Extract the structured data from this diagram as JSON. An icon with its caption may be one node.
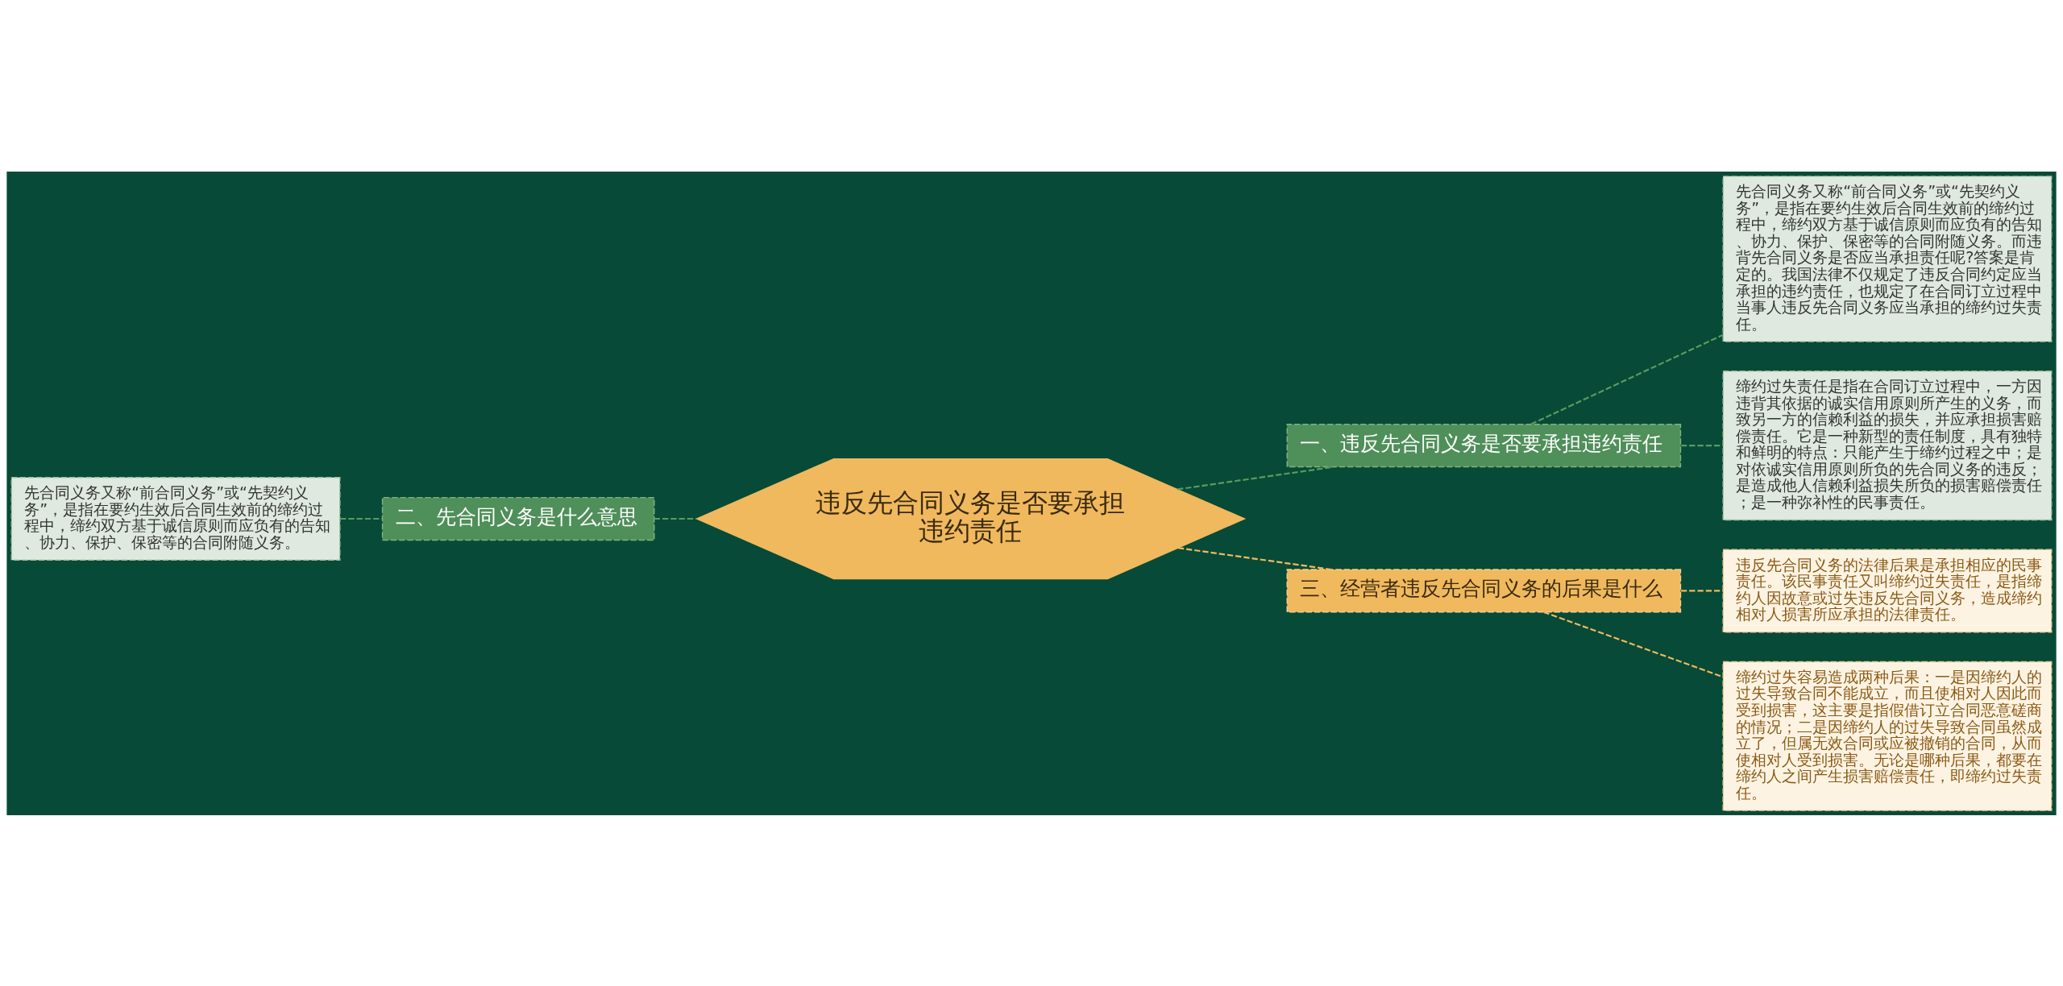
{
  "diagram": {
    "nodes": [
      {
        "text": [
          "违反先合同义务是否要承担违约责任"
        ]
      },
      {
        "text": [
          "一、违反先合同义务是否要承担违约责任"
        ]
      },
      {
        "text": [
          "先合同义务又称“前合同义务”或“先契约义务”，是指在要约生效后合同生效前的缔约过程中，缔约双方基于诚信原则而应负有的告知、协力、保护、保密等的合同附随义务。而违背先合同义务是否应当承担责任呢?答案是肯定的。我国法律不仅规定了违反合同约定应当承担的违约责任，也规定了在合同订立过程中当事人违反先合同义务应当承担的缔约过失责任。"
        ]
      },
      {
        "text": [
          "缔约过失责任是指在合同订立过程中，一方因违背其依据的诚实信用原则所产生的义务，而致另一方的信赖利益的损失，并应承担损害赔偿责任。它是一种新型的责任制度，具有独特和鲜明的特点：只能产生于缔约过程之中；是对依诚实信用原则所负的先合同义务的违反；是造成他人信赖利益损失所负的损害赔偿责任；是一种弥补性的民事责任。"
        ]
      },
      {
        "text": [
          "二、先合同义务是什么意思"
        ]
      },
      {
        "text": [
          "先合同义务又称“前合同义务”或“先契约义务”，是指在要约生效后合同生效前的缔约过程中，缔约双方基于诚信原则而应负有的告知、协力、保护、保密等的合同附随义务。"
        ]
      },
      {
        "text": [
          "三、经营者违反先合同义务的后果是什么"
        ]
      },
      {
        "text": [
          "违反先合同义务的法律后果是承担相应的民事责任。该民事责任又叫缔约过失责任，是指缔约人因故意或过失违反先合同义务，造成缔约相对人损害所应承担的法律责任。"
        ]
      },
      {
        "text": [
          "缔约过失容易造成两种后果：一是因缔约人的过失导致合同不能成立，而且使相对人因此而受到损害，这主要是指假借订立合同恶意磋商的情况；二是因缔约人的过失导致合同虽然成立了，但属无效合同或应被撤销的合同，从而使相对人受到损害。无论是哪种后果，都要在缔约人之间产生损害赔偿责任，即缔约过失责任。"
        ]
      }
    ],
    "edges": [
      {
        "from": 0,
        "to": 1,
        "arrow": "none",
        "style": "dashed"
      },
      {
        "from": 1,
        "to": 2,
        "arrow": "none",
        "style": "dashed"
      },
      {
        "from": 1,
        "to": 3,
        "arrow": "none",
        "style": "dashed"
      },
      {
        "from": 5,
        "to": 4,
        "arrow": "none",
        "style": "dashed"
      },
      {
        "from": 4,
        "to": 0,
        "arrow": "none",
        "style": "dashed"
      },
      {
        "from": 0,
        "to": 6,
        "arrow": "none",
        "style": "dashed",
        "color": "#f0b95e"
      },
      {
        "from": 6,
        "to": 7,
        "arrow": "none",
        "style": "dashed",
        "color": "#f0b95e"
      },
      {
        "from": 6,
        "to": 8,
        "arrow": "none",
        "style": "dashed",
        "color": "#f0b95e"
      }
    ]
  }
}
